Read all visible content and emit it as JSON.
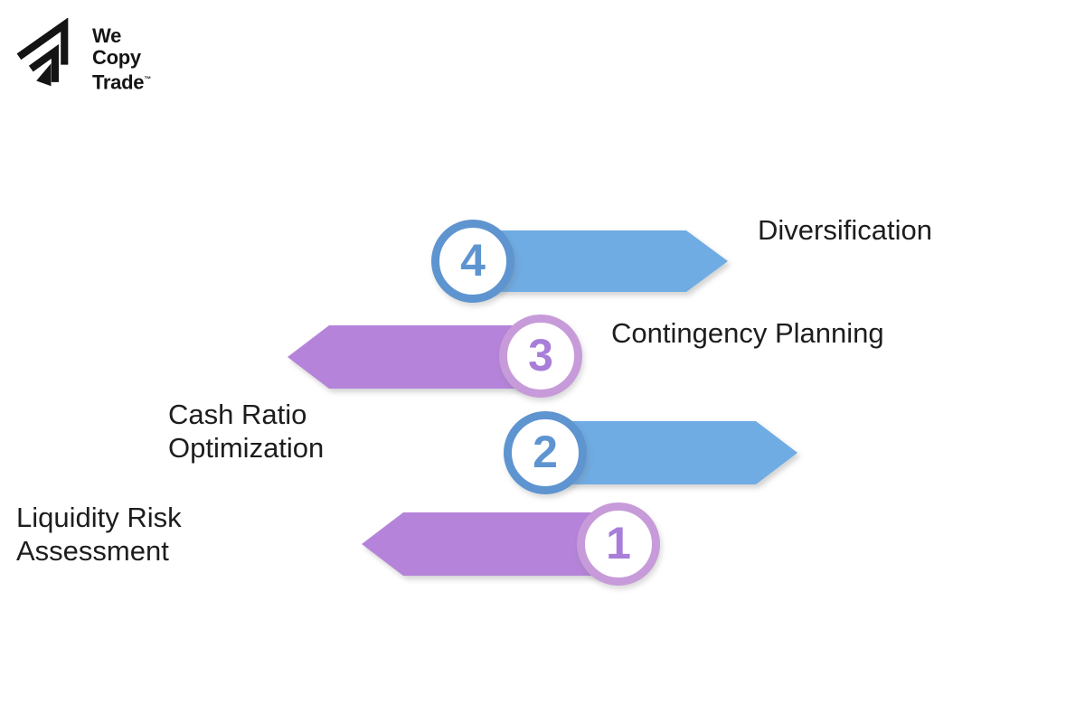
{
  "logo": {
    "icon": "wecopytrade-logo-icon",
    "line1": "We",
    "line2": "Copy",
    "line3": "Trade",
    "trademark": "™"
  },
  "colors": {
    "blue_arrow": "#6FACE3",
    "blue_circle_border": "#5E94D0",
    "blue_digit": "#5E94D0",
    "purple_arrow": "#B584DA",
    "purple_circle_border": "#C79BD9",
    "purple_digit": "#A87ED9",
    "label_text": "#1D1D1D",
    "background": "#FFFFFF"
  },
  "diagram": {
    "steps": [
      {
        "number": "4",
        "label": "Diversification",
        "label_lines": [
          "Diversification"
        ],
        "direction": "right",
        "scheme": "blue"
      },
      {
        "number": "3",
        "label": "Contingency Planning",
        "label_lines": [
          "Contingency Planning"
        ],
        "direction": "left",
        "scheme": "purple"
      },
      {
        "number": "2",
        "label": "Cash Ratio Optimization",
        "label_lines": [
          "Cash Ratio",
          "Optimization"
        ],
        "direction": "right",
        "scheme": "blue"
      },
      {
        "number": "1",
        "label": "Liquidity Risk Assessment",
        "label_lines": [
          "Liquidity Risk",
          "Assessment"
        ],
        "direction": "left",
        "scheme": "purple"
      }
    ]
  }
}
